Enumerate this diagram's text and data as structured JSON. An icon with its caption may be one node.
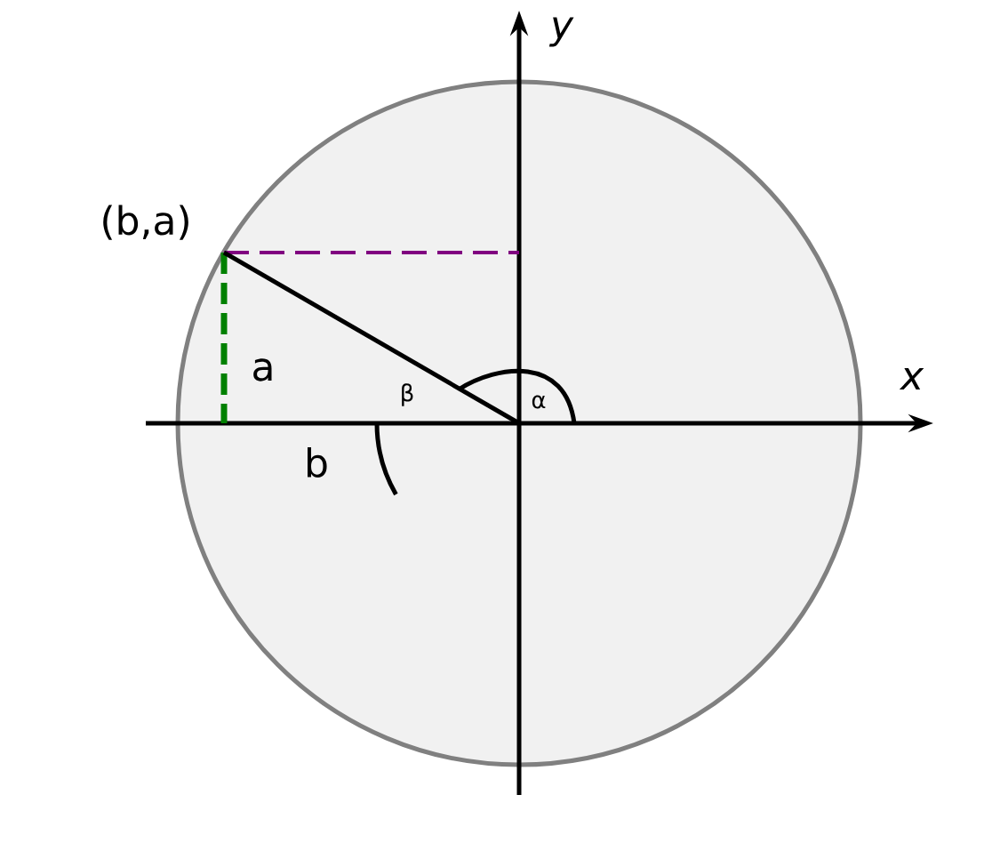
{
  "diagram": {
    "labels": [
      "y",
      "(b,a)",
      "a",
      "β",
      "α",
      "x",
      "b"
    ]
  }
}
